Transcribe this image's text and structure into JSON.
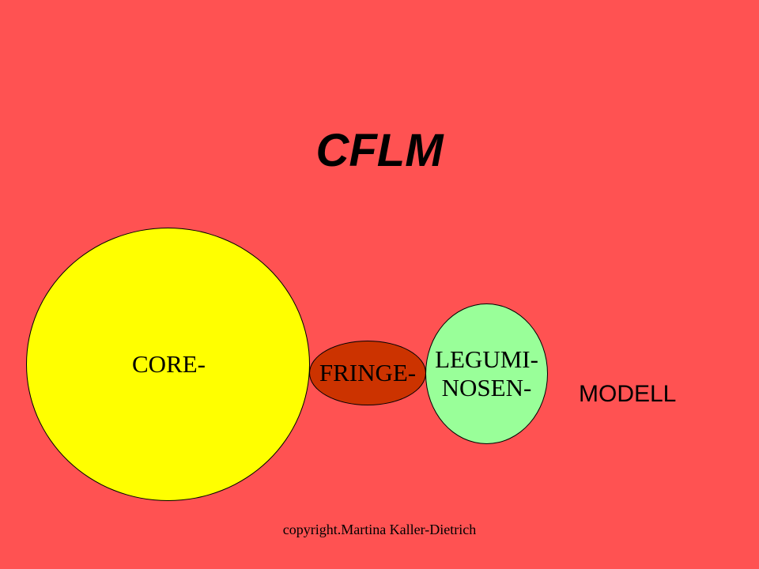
{
  "slide": {
    "background": "#FF5252",
    "title": "CFLM",
    "core": {
      "label": "CORE-",
      "fill": "#FFFF00"
    },
    "fringe": {
      "label": "FRINGE-",
      "fill": "#CC3300"
    },
    "legum": {
      "label": "LEGUMI-\nNOSEN-",
      "fill": "#99FF99"
    },
    "modell_label": "MODELL",
    "copyright": "copyright.Martina Kaller-Dietrich"
  }
}
